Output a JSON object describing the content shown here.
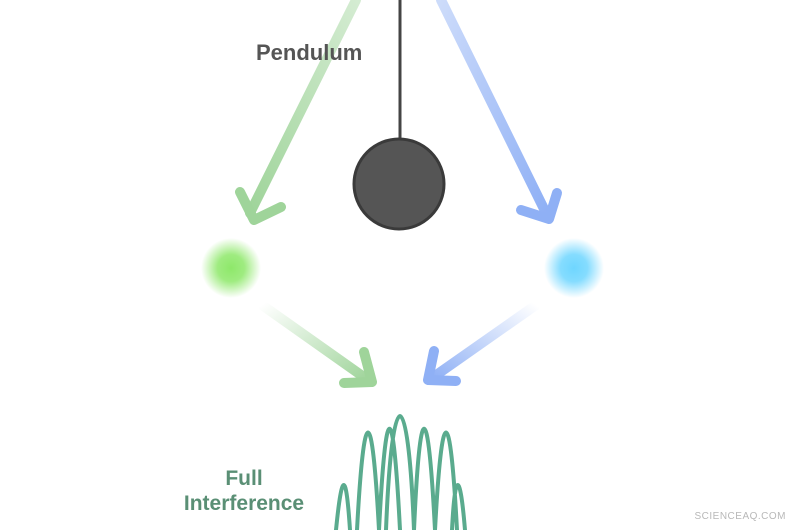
{
  "labels": {
    "pendulum": "Pendulum",
    "full_interference": "Full\nInterference"
  },
  "watermark": "SCIENCEAQ.COM",
  "colors": {
    "green_path": "#9fd49a",
    "blue_path": "#8fb0f5",
    "green_particle": "#8ee86a",
    "blue_particle": "#6fd6ff",
    "pendulum_bob": "#555555",
    "pendulum_outline": "#3a3a3a",
    "pendulum_rod": "#444444",
    "pendulum_label": "#555555",
    "interference": "#5aab8e",
    "interference_label": "#5a8f75",
    "watermark": "#b8b8b8"
  }
}
